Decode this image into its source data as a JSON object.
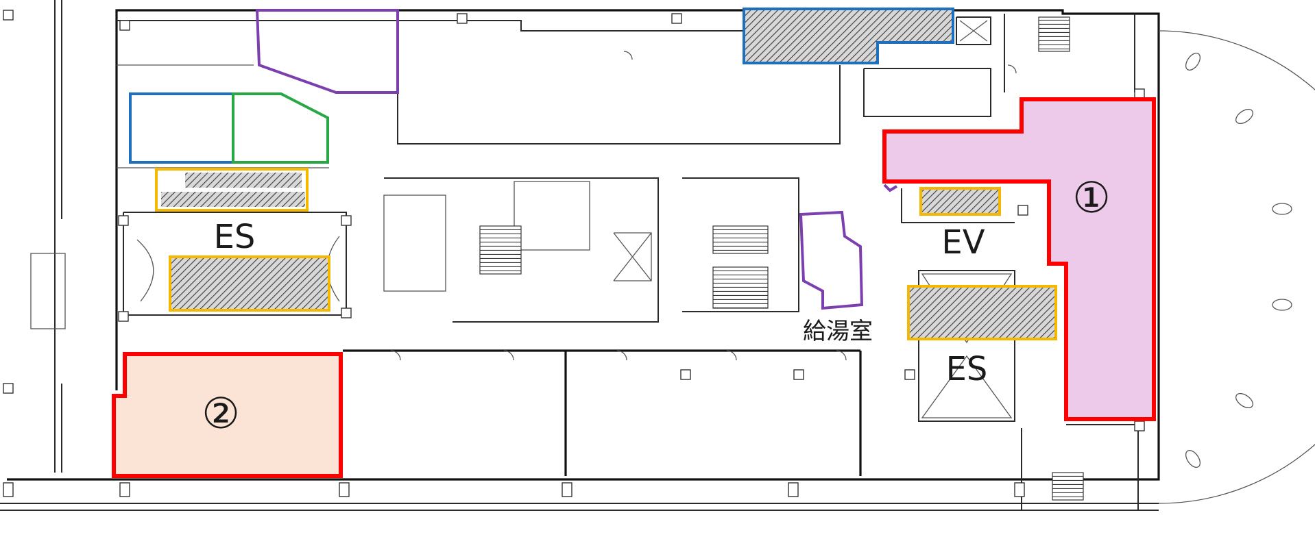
{
  "labels": {
    "area1": "①",
    "area2": "②",
    "es_left": "ES",
    "es_right": "ES",
    "ev": "EV",
    "kitchen": "給湯室"
  },
  "colors": {
    "area_outline": "#ff0000",
    "area1_fill": "#edc9ea",
    "area2_fill": "#fbe3d6",
    "blue_outline": "#1f6fbf",
    "green_outline": "#28a745",
    "purple_outline": "#7b3fb0",
    "orange_outline": "#f5b800",
    "hatch": "#444444"
  },
  "icons": {
    "stairs": "stairs-icon",
    "door": "door-swing-icon"
  }
}
